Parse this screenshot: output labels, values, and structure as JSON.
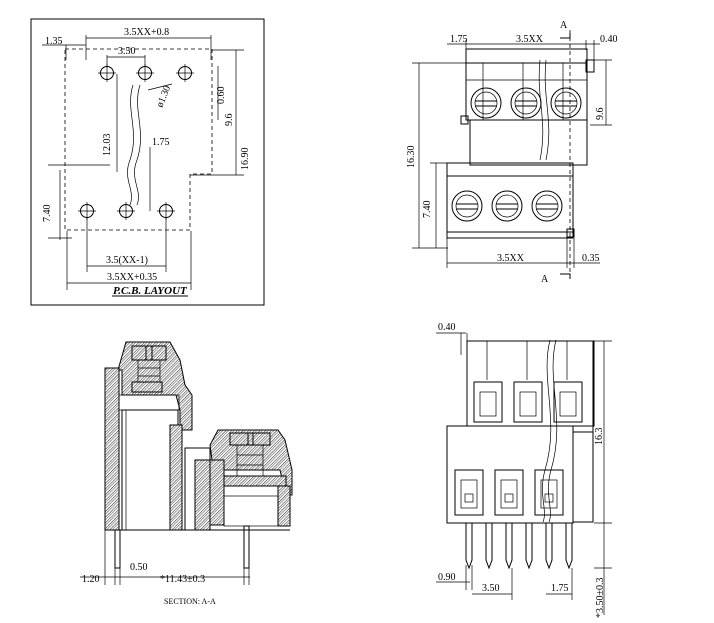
{
  "pcb_layout": {
    "title": "P.C.B. LAYOUT",
    "dims": {
      "d_135": "1.35",
      "d_pitch_total": "3.5XX+0.8",
      "d_350": "3.50",
      "d_hole": "ø1.30",
      "d_060": "0.60",
      "d_96": "9.6",
      "d_1203": "12.03",
      "d_175": "1.75",
      "d_1690": "16.90",
      "d_740": "7.40",
      "d_pitch_minus": "3.5(XX-1)",
      "d_pitch_plus": "3.5XX+0.35"
    }
  },
  "top_view": {
    "dims": {
      "d_175": "1.75",
      "d_35xx": "3.5XX",
      "d_040": "0.40",
      "d_96": "9.6",
      "d_1630": "16.30",
      "d_740": "7.40",
      "d_35xx_b": "3.5XX",
      "d_035": "0.35",
      "sec_a_top": "A",
      "sec_a_bottom": "A"
    }
  },
  "section_view": {
    "caption": "SECTION: A-A",
    "dims": {
      "d_120": "1.20",
      "d_050": "0.50",
      "d_1143": "*11.43±0.3"
    }
  },
  "front_view": {
    "dims": {
      "d_040": "0.40",
      "d_163": "16.3",
      "d_090": "0.90",
      "d_350": "3.50",
      "d_175": "1.75",
      "d_350tol": "*3.50±0.3"
    }
  }
}
